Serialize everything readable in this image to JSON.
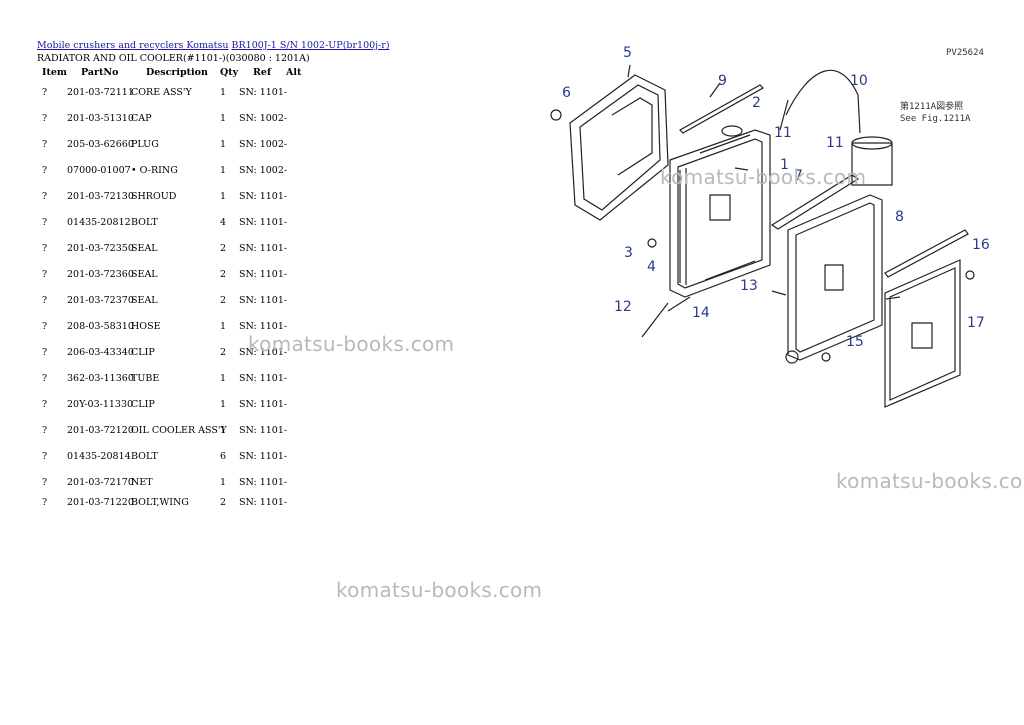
{
  "breadcrumb": {
    "link1": "Mobile crushers and recyclers Komatsu",
    "link2": "BR100J-1 S/N 1002-UP(br100j-r)"
  },
  "subtitle": "RADIATOR AND OIL COOLER(#1101-)(030080 : 1201A)",
  "columns": {
    "item": "Item",
    "partno": "PartNo",
    "description": "Description",
    "qty": "Qty",
    "ref": "Ref",
    "alt": "Alt"
  },
  "rows": [
    {
      "item": "?",
      "partno": "201-03-72111",
      "desc": "CORE ASS'Y",
      "qty": "1",
      "ref": "SN: 1101-"
    },
    {
      "item": "?",
      "partno": "201-03-51310",
      "desc": "CAP",
      "qty": "1",
      "ref": "SN: 1002-"
    },
    {
      "item": "?",
      "partno": "205-03-62660",
      "desc": "PLUG",
      "qty": "1",
      "ref": "SN: 1002-"
    },
    {
      "item": "?",
      "partno": "07000-01007",
      "desc": "• O-RING",
      "qty": "1",
      "ref": "SN: 1002-"
    },
    {
      "item": "?",
      "partno": "201-03-72130",
      "desc": "SHROUD",
      "qty": "1",
      "ref": "SN: 1101-"
    },
    {
      "item": "?",
      "partno": "01435-20812",
      "desc": "BOLT",
      "qty": "4",
      "ref": "SN: 1101-"
    },
    {
      "item": "?",
      "partno": "201-03-72350",
      "desc": "SEAL",
      "qty": "2",
      "ref": "SN: 1101-"
    },
    {
      "item": "?",
      "partno": "201-03-72360",
      "desc": "SEAL",
      "qty": "2",
      "ref": "SN: 1101-"
    },
    {
      "item": "?",
      "partno": "201-03-72370",
      "desc": "SEAL",
      "qty": "2",
      "ref": "SN: 1101-"
    },
    {
      "item": "?",
      "partno": "208-03-58310",
      "desc": "HOSE",
      "qty": "1",
      "ref": "SN: 1101-"
    },
    {
      "item": "?",
      "partno": "206-03-43340",
      "desc": "CLIP",
      "qty": "2",
      "ref": "SN: 1101-"
    },
    {
      "item": "?",
      "partno": "362-03-11360",
      "desc": "TUBE",
      "qty": "1",
      "ref": "SN: 1101-"
    },
    {
      "item": "?",
      "partno": "20Y-03-11330",
      "desc": "CLIP",
      "qty": "1",
      "ref": "SN: 1101-"
    },
    {
      "item": "?",
      "partno": "201-03-72120",
      "desc": "OIL COOLER ASS'Y",
      "qty": "1",
      "ref": "SN: 1101-"
    },
    {
      "item": "?",
      "partno": "01435-20814",
      "desc": "BOLT",
      "qty": "6",
      "ref": "SN: 1101-"
    },
    {
      "item": "?",
      "partno": "201-03-72170",
      "desc": "NET",
      "qty": "1",
      "ref": "SN: 1101-"
    },
    {
      "item": "?",
      "partno": "201-03-71220",
      "desc": "BOLT,WING",
      "qty": "2",
      "ref": "SN: 1101-"
    }
  ],
  "watermarks": [
    "komatsu-books.com",
    "komatsu-books.com",
    "komatsu-books.com",
    "komatsu-books.com"
  ],
  "diagram": {
    "code": "PV25624",
    "note_jp": "第1211A図参照",
    "note_en": "See Fig.1211A",
    "callouts": [
      "1",
      "2",
      "3",
      "4",
      "5",
      "6",
      "7",
      "8",
      "9",
      "10",
      "11",
      "11",
      "12",
      "13",
      "14",
      "15",
      "16",
      "17"
    ]
  }
}
